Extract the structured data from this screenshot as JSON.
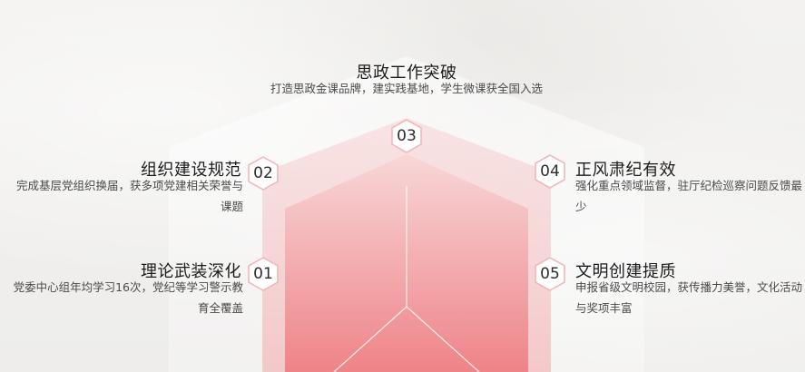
{
  "items": [
    {
      "number": "03",
      "title": "思政工作突破",
      "desc": "打造思政金课品牌，建实践基地，学生微课获全国入选"
    },
    {
      "number": "02",
      "title": "组织建设规范",
      "desc": "完成基层党组织换届，获多项党建相关荣誉与课题"
    },
    {
      "number": "04",
      "title": "正风肃纪有效",
      "desc": "强化重点领域监督，驻厅纪检巡察问题反馈最少"
    },
    {
      "number": "01",
      "title": "理论武装深化",
      "desc": "党委中心组年均学习16次，党纪等学习警示教育全覆盖"
    },
    {
      "number": "05",
      "title": "文明创建提质",
      "desc": "申报省级文明校园，获传播力美誉，文化活动与奖项丰富"
    }
  ],
  "colors": {
    "accent": "#e8737a",
    "badge_stroke": "#f2b4b7",
    "background": "#f1f0ee"
  }
}
